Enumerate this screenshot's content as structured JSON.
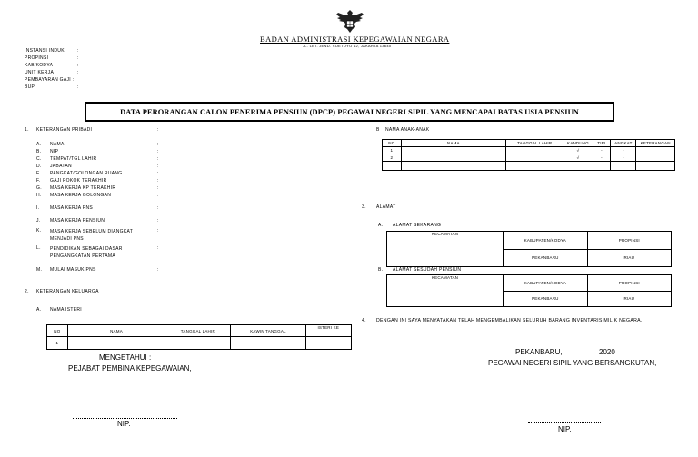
{
  "header": {
    "agency": "BADAN ADMINISTRASI KEPEGAWAIAN NEGARA",
    "address": "JL. LET. JEND. SOETOYO 12, JAKARTA 13640"
  },
  "meta_fields": [
    {
      "label": "INSTANSI INDUK",
      "sep": ":"
    },
    {
      "label": "PROPINSI",
      "sep": ":"
    },
    {
      "label": "KAB/KODYA",
      "sep": ":"
    },
    {
      "label": "UNIT KERJA",
      "sep": ":"
    },
    {
      "label": "PEMBAYARAN GAJI",
      "sep": ":"
    },
    {
      "label": "BUP",
      "sep": ":"
    }
  ],
  "title": "DATA PERORANGAN CALON PENERIMA PENSIUN (DPCP) PEGAWAI NEGERI SIPIL YANG MENCAPAI BATAS USIA PENSIUN",
  "section1": {
    "num": "1.",
    "title": "KETERANGAN PRIBADI",
    "sep": ":",
    "items": [
      {
        "letter": "A.",
        "label": "NAMA"
      },
      {
        "letter": "B.",
        "label": "NIP"
      },
      {
        "letter": "C.",
        "label": "TEMPAT/TGL LAHIR"
      },
      {
        "letter": "D.",
        "label": "JABATAN"
      },
      {
        "letter": "E.",
        "label": "PANGKAT/GOLONGAN RUANG"
      },
      {
        "letter": "F.",
        "label": "GAJI POKOK TERAKHIR"
      },
      {
        "letter": "G.",
        "label": "MASA KERJA KP TERAKHIR"
      },
      {
        "letter": "H.",
        "label": "MASA KERJA GOLONGAN"
      },
      {
        "letter": "I.",
        "label": "MASA KERJA PNS"
      },
      {
        "letter": "J.",
        "label": "MASA KERJA PENSIUN"
      },
      {
        "letter": "K.",
        "label": "MASA KERJA SEBELUM DIANGKAT MENJADI PNS"
      },
      {
        "letter": "L.",
        "label": "PENDIDIKAN SEBAGAI DASAR PENGANGKATAN PERTAMA"
      },
      {
        "letter": "M.",
        "label": "MULAI MASUK PNS"
      }
    ]
  },
  "section2": {
    "num": "2.",
    "title": "KETERANGAN KELUARGA",
    "sub_letter": "A.",
    "sub_title": "NAMA ISTERI",
    "table_headers": [
      "NO",
      "NAMA",
      "TANGGAL LAHIR",
      "KAWIN TANGGAL",
      "ISTERI KE"
    ],
    "rows": [
      [
        "1",
        "",
        "",
        "",
        ""
      ]
    ]
  },
  "children": {
    "letter": "B",
    "title": "NAMA ANAK-ANAK",
    "table_headers": [
      "NO",
      "NAMA",
      "TANGGAL LAHIR",
      "KANDUNG",
      "TIRI",
      "ANGKAT",
      "KETERANGAN"
    ],
    "rows": [
      [
        "1",
        "",
        "",
        "√",
        "-",
        "-",
        ""
      ],
      [
        "2",
        "",
        "",
        "√",
        "-",
        "-",
        ""
      ],
      [
        "",
        "",
        "",
        "",
        "",
        "",
        ""
      ]
    ]
  },
  "section3": {
    "num": "3.",
    "title": "ALAMAT",
    "current": {
      "letter": "A.",
      "title": "ALAMAT SEKARANG",
      "headers": [
        "KECAMATAN",
        "KABUPATEN/KODYA",
        "PROPINSI"
      ],
      "values": [
        "",
        "PEKANBARU",
        "RIAU"
      ]
    },
    "after": {
      "letter": "B.",
      "title": "ALAMAT SESUDAH PENSIUN",
      "headers": [
        "KECAMATAN",
        "KABUPATEN/KODYA",
        "PROPINSI"
      ],
      "values": [
        "",
        "PEKANBARU",
        "RIAU"
      ]
    }
  },
  "section4": {
    "num": "4.",
    "text": "DENGAN INI SAYA MENYATAKAN TELAH MENGEMBALIKAN SELURUH BARANG INVENTARIS MILIK NEGARA."
  },
  "signature_left": {
    "line1": "MENGETAHUI :",
    "line2": "PEJABAT PEMBINA KEPEGAWAIAN,",
    "nip": "NIP."
  },
  "signature_right": {
    "place_date": "PEKANBARU,",
    "year": "2020",
    "line2": "PEGAWAI NEGERI SIPIL YANG BERSANGKUTAN,",
    "nip": "NIP."
  }
}
